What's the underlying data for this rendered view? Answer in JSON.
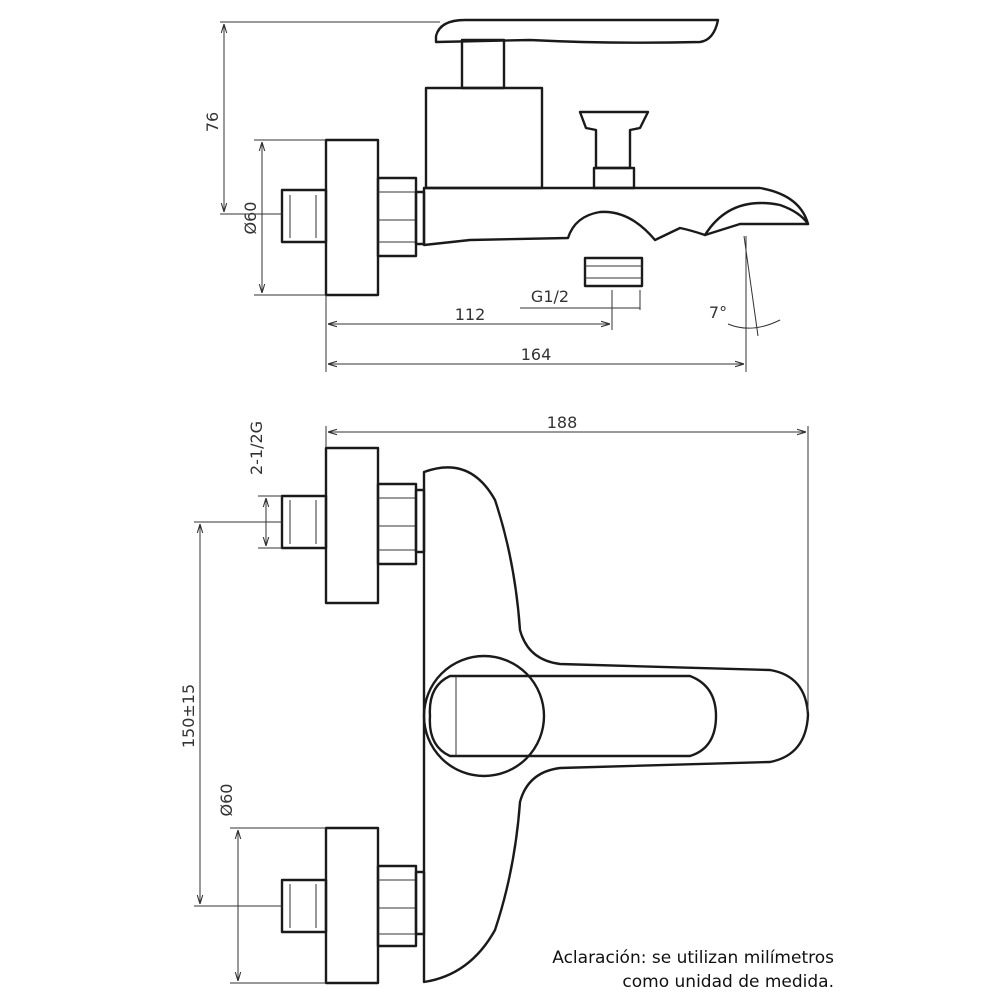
{
  "dimensions": {
    "height_76": "76",
    "diameter_top": "Ø60",
    "length_112": "112",
    "length_164": "164",
    "thread_outlet": "G1/2",
    "angle": "7°",
    "length_188": "188",
    "thread_inlet": "2-1/2G",
    "center_distance": "150±15",
    "diameter_bottom": "Ø60"
  },
  "note": {
    "line1": "Aclaración: se utilizan milímetros",
    "line2": "como unidad de medida."
  }
}
